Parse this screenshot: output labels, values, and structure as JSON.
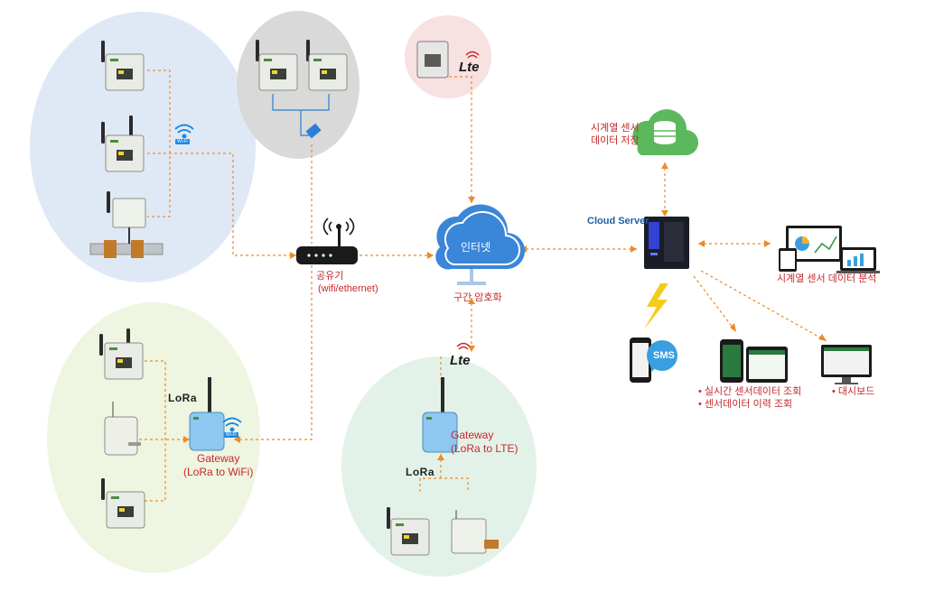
{
  "labels": {
    "router": "공유기",
    "router_sub": "(wifi/ethernet)",
    "internet": "인터넷",
    "encryption": "구간 암호화",
    "cloud_server": "Cloud Server",
    "timeseries_store": "시계열 센서\n데이터 저장",
    "timeseries_analysis": "시계열 센서 데이터 분석",
    "gateway_wifi": "Gateway\n(LoRa to WiFi)",
    "gateway_lte": "Gateway\n(LoRa to LTE)",
    "sms": "SMS",
    "lte_top": "Lte",
    "lte_mid": "Lte",
    "lora_left": "LoRa",
    "lora_bottom": "LoRa",
    "wifi_tag_top": "Wi-Fi",
    "wifi_tag_left": "Wi-Fi",
    "mobile_features": [
      "실시간 센서데이터 조회",
      "센서데이터 이력 조회"
    ],
    "dashboard": "대시보드"
  },
  "colors": {
    "blue_zone": "#dfe9f6",
    "gray_zone": "#d9d9d9",
    "pink_zone": "#f7e1e1",
    "green_zone": "#eef5e0",
    "teal_zone": "#e3f2e8",
    "link": "#f08a24",
    "label_red": "#c8282a",
    "label_blue": "#1f5fa8",
    "cloud_blue": "#3a86d9",
    "db_green": "#5cb85c",
    "gateway_blue": "#8ec7ef"
  }
}
